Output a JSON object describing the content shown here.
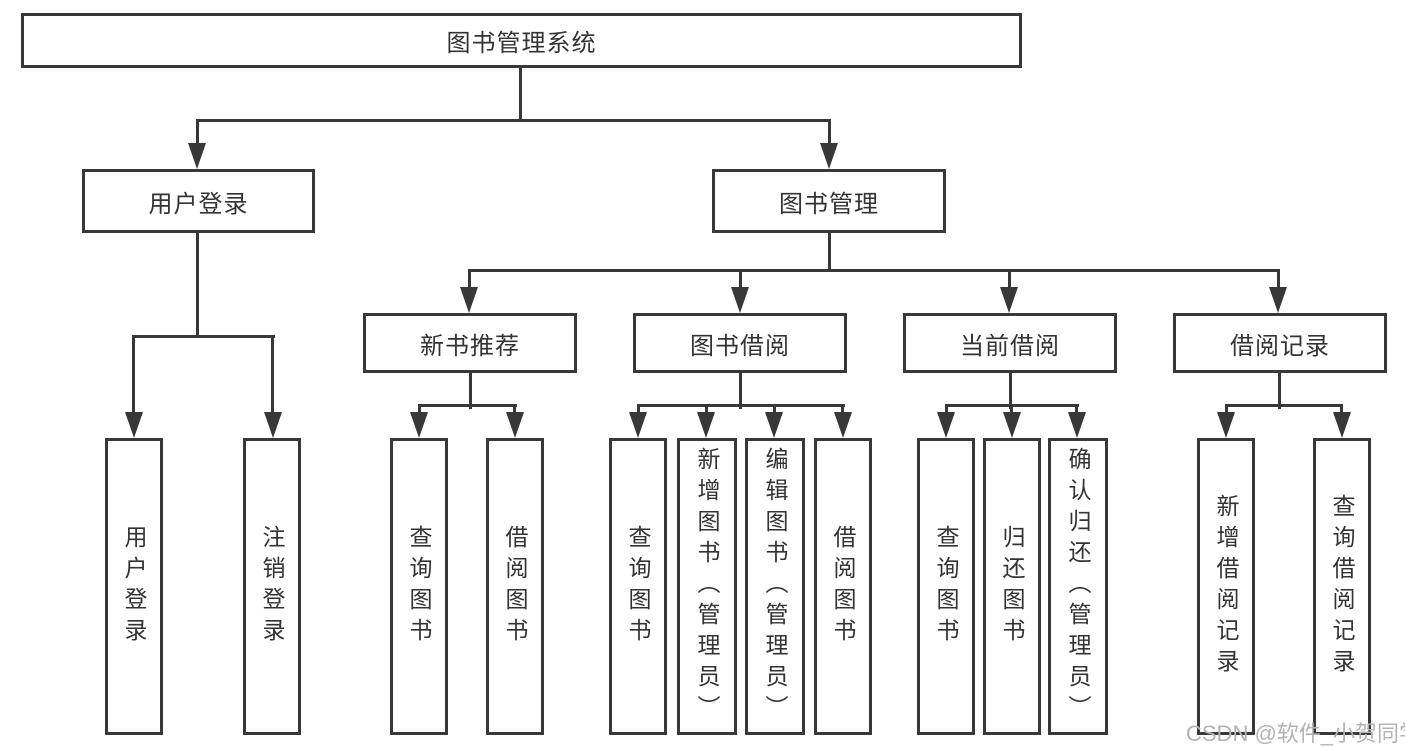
{
  "diagram": {
    "tree": {
      "root": {
        "label": "图书管理系统"
      },
      "level2": [
        {
          "label": "用户登录",
          "leaves": [
            {
              "label": "用户登录"
            },
            {
              "label": "注销登录"
            }
          ]
        },
        {
          "label": "图书管理",
          "groups": [
            {
              "label": "新书推荐",
              "leaves": [
                {
                  "label": "查询图书"
                },
                {
                  "label": "借阅图书"
                }
              ]
            },
            {
              "label": "图书借阅",
              "leaves": [
                {
                  "label": "查询图书"
                },
                {
                  "label": "新增图书（管理员）"
                },
                {
                  "label": "编辑图书（管理员）"
                },
                {
                  "label": "借阅图书"
                }
              ]
            },
            {
              "label": "当前借阅",
              "leaves": [
                {
                  "label": "查询图书"
                },
                {
                  "label": "归还图书"
                },
                {
                  "label": "确认归还（管理员）"
                }
              ]
            },
            {
              "label": "借阅记录",
              "leaves": [
                {
                  "label": "新增借阅记录"
                },
                {
                  "label": "查询借阅记录"
                }
              ]
            }
          ]
        }
      ]
    },
    "watermark": {
      "text": "CSDN @软件_小贺同学"
    },
    "colors": {
      "line": "#383838",
      "box_background": "#ffffff",
      "text": "#333333",
      "watermark": "#b3b3b3"
    }
  }
}
